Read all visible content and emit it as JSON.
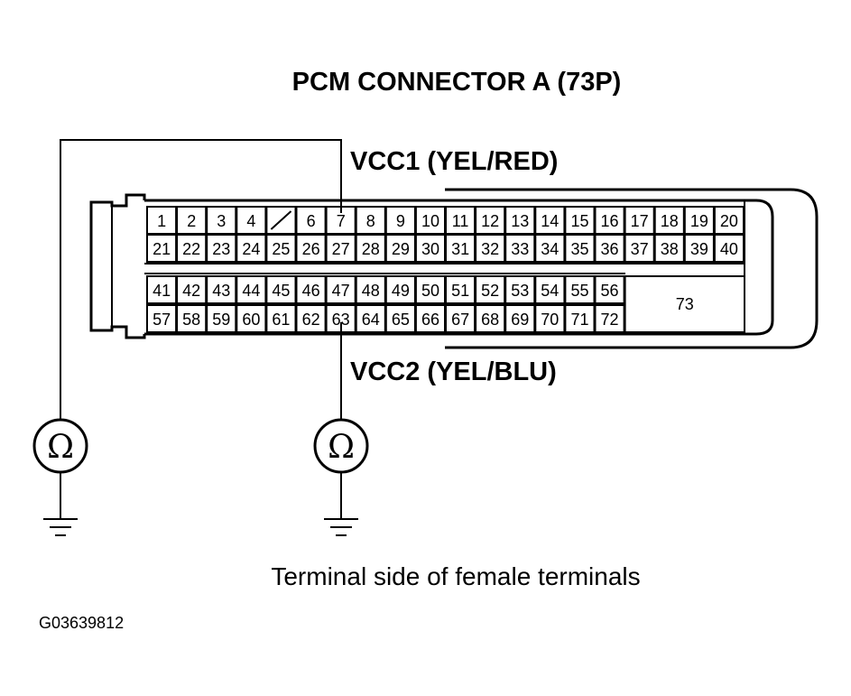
{
  "title": "PCM CONNECTOR A (73P)",
  "labels": {
    "vcc1": "VCC1 (YEL/RED)",
    "vcc2": "VCC2 (YEL/BLU)",
    "caption": "Terminal side of female terminals",
    "figure_code": "G03639812"
  },
  "meters": {
    "symbol": "Ω",
    "icon": "ohmmeter-icon",
    "ground_icon": "ground-icon"
  },
  "connector": {
    "rows": [
      [
        "1",
        "2",
        "3",
        "4",
        "/",
        "6",
        "7",
        "8",
        "9",
        "10",
        "11",
        "12",
        "13",
        "14",
        "15",
        "16",
        "17",
        "18",
        "19",
        "20"
      ],
      [
        "21",
        "22",
        "23",
        "24",
        "25",
        "26",
        "27",
        "28",
        "29",
        "30",
        "31",
        "32",
        "33",
        "34",
        "35",
        "36",
        "37",
        "38",
        "39",
        "40"
      ],
      [
        "41",
        "42",
        "43",
        "44",
        "45",
        "46",
        "47",
        "48",
        "49",
        "50",
        "51",
        "52",
        "53",
        "54",
        "55",
        "56"
      ],
      [
        "57",
        "58",
        "59",
        "60",
        "61",
        "62",
        "63",
        "64",
        "65",
        "66",
        "67",
        "68",
        "69",
        "70",
        "71",
        "72"
      ]
    ],
    "large_pin": "73"
  }
}
